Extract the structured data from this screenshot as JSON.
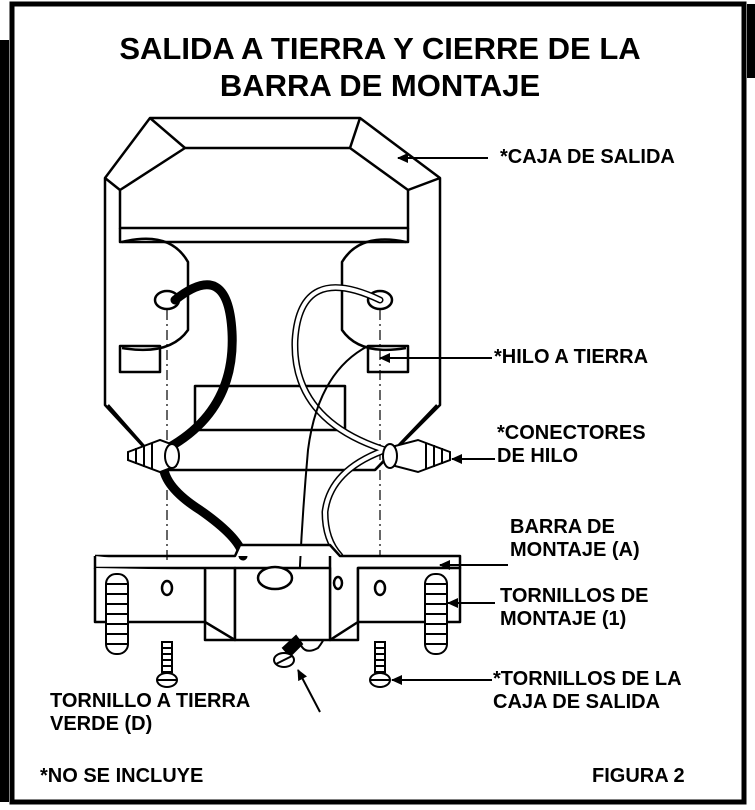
{
  "title": "SALIDA A TIERRA Y CIERRE DE LA\nBARRA DE MONTAJE",
  "labels": {
    "outlet_box": "*CAJA DE SALIDA",
    "ground_wire": "*HILO A TIERRA",
    "wire_connectors": "*CONECTORES\nDE HILO",
    "mounting_bar": "BARRA DE\nMONTAJE (A)",
    "mounting_screws": "TORNILLOS DE\nMONTAJE (1)",
    "outlet_box_screws": "*TORNILLOS DE LA\nCAJA DE SALIDA",
    "green_ground_screw": "TORNILLO A TIERRA\nVERDE (D)"
  },
  "footer": {
    "not_included": "*NO SE INCLUYE",
    "figure": "FIGURA 2"
  }
}
